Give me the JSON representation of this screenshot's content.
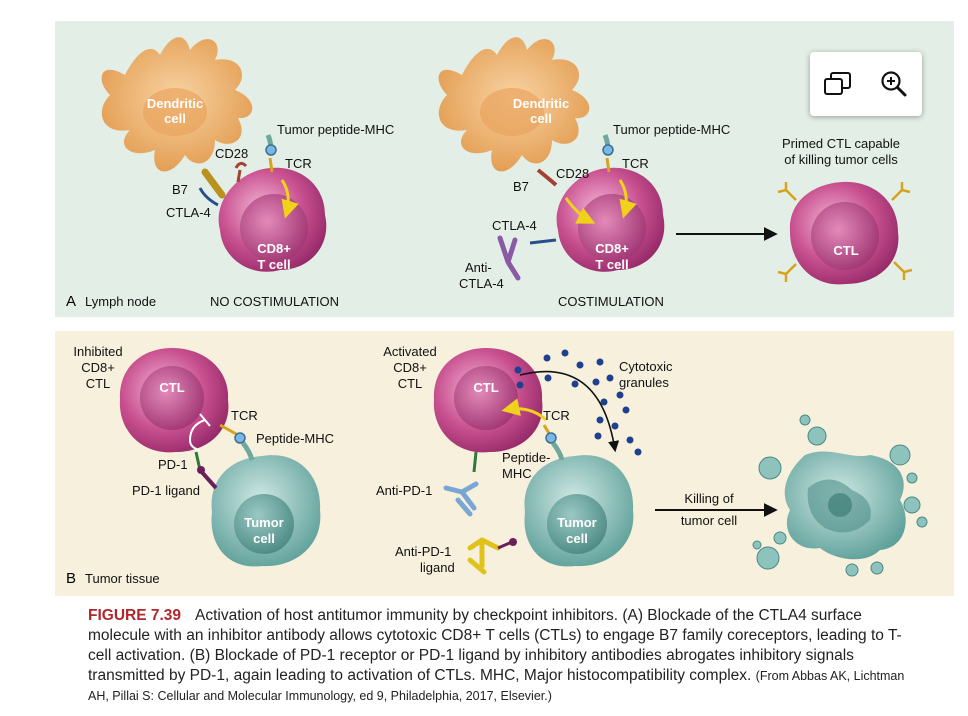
{
  "panel_a": {
    "panel_letter": "A",
    "panel_name": "Lymph node",
    "left": {
      "dc_line1": "Dendritic",
      "dc_line2": "cell",
      "tumor_peptide_mhc": "Tumor peptide-MHC",
      "cd28": "CD28",
      "tcr": "TCR",
      "b7": "B7",
      "ctla4": "CTLA-4",
      "tcell_line1": "CD8+",
      "tcell_line2": "T cell",
      "condition": "NO COSTIMULATION"
    },
    "middle": {
      "dc_line1": "Dendritic",
      "dc_line2": "cell",
      "tumor_peptide_mhc": "Tumor peptide-MHC",
      "cd28": "CD28",
      "tcr": "TCR",
      "b7": "B7",
      "ctla4": "CTLA-4",
      "anti_line1": "Anti-",
      "anti_line2": "CTLA-4",
      "tcell_line1": "CD8+",
      "tcell_line2": "T cell",
      "condition": "COSTIMULATION"
    },
    "right": {
      "primed_line1": "Primed CTL capable",
      "primed_line2": "of killing tumor cells",
      "ctl": "CTL"
    }
  },
  "panel_b": {
    "panel_letter": "B",
    "panel_name": "Tumor tissue",
    "left": {
      "inhibited_line1": "Inhibited",
      "inhibited_line2": "CD8+",
      "inhibited_line3": "CTL",
      "ctl": "CTL",
      "tcr": "TCR",
      "peptide_mhc": "Peptide-MHC",
      "pd1": "PD-1",
      "pd1_ligand": "PD-1 ligand",
      "tumor_line1": "Tumor",
      "tumor_line2": "cell"
    },
    "middle": {
      "activated_line1": "Activated",
      "activated_line2": "CD8+",
      "activated_line3": "CTL",
      "ctl": "CTL",
      "tcr": "TCR",
      "peptide_line1": "Peptide-",
      "peptide_line2": "MHC",
      "cytotoxic_line1": "Cytotoxic",
      "cytotoxic_line2": "granules",
      "anti_pd1": "Anti-PD-1",
      "anti_pd1_ligand_line1": "Anti-PD-1",
      "anti_pd1_ligand_line2": "ligand",
      "tumor_line1": "Tumor",
      "tumor_line2": "cell"
    },
    "right": {
      "killing_line1": "Killing of",
      "killing_line2": "tumor cell"
    }
  },
  "toolbar": {
    "icons": [
      "copy-icon",
      "zoom-in-icon"
    ]
  },
  "caption": {
    "figure_label": "FIGURE 7.39",
    "text": "Activation of host antitumor immunity by checkpoint inhibitors. (A) Blockade of the CTLA4 surface molecule with an inhibitor antibody allows cytotoxic CD8+ T cells (CTLs) to engage B7 family coreceptors, leading to T-cell activation. (B) Blockade of PD-1 receptor or PD-1 ligand by inhibitory antibodies abrogates inhibitory signals transmitted by PD-1, again leading to activation of CTLs. MHC, Major histocompatibility complex.",
    "source": "(From Abbas AK, Lichtman AH, Pillai S: Cellular and Molecular Immunology, ed 9, Philadelphia, 2017, Elsevier.)"
  },
  "colors": {
    "panel_a_bg": "#e3efe6",
    "panel_b_bg": "#f7f0dd",
    "dendritic": "#e8a65c",
    "tcell": "#c5468d",
    "tumor": "#6fb3ad",
    "figure_label": "#b0272d"
  }
}
